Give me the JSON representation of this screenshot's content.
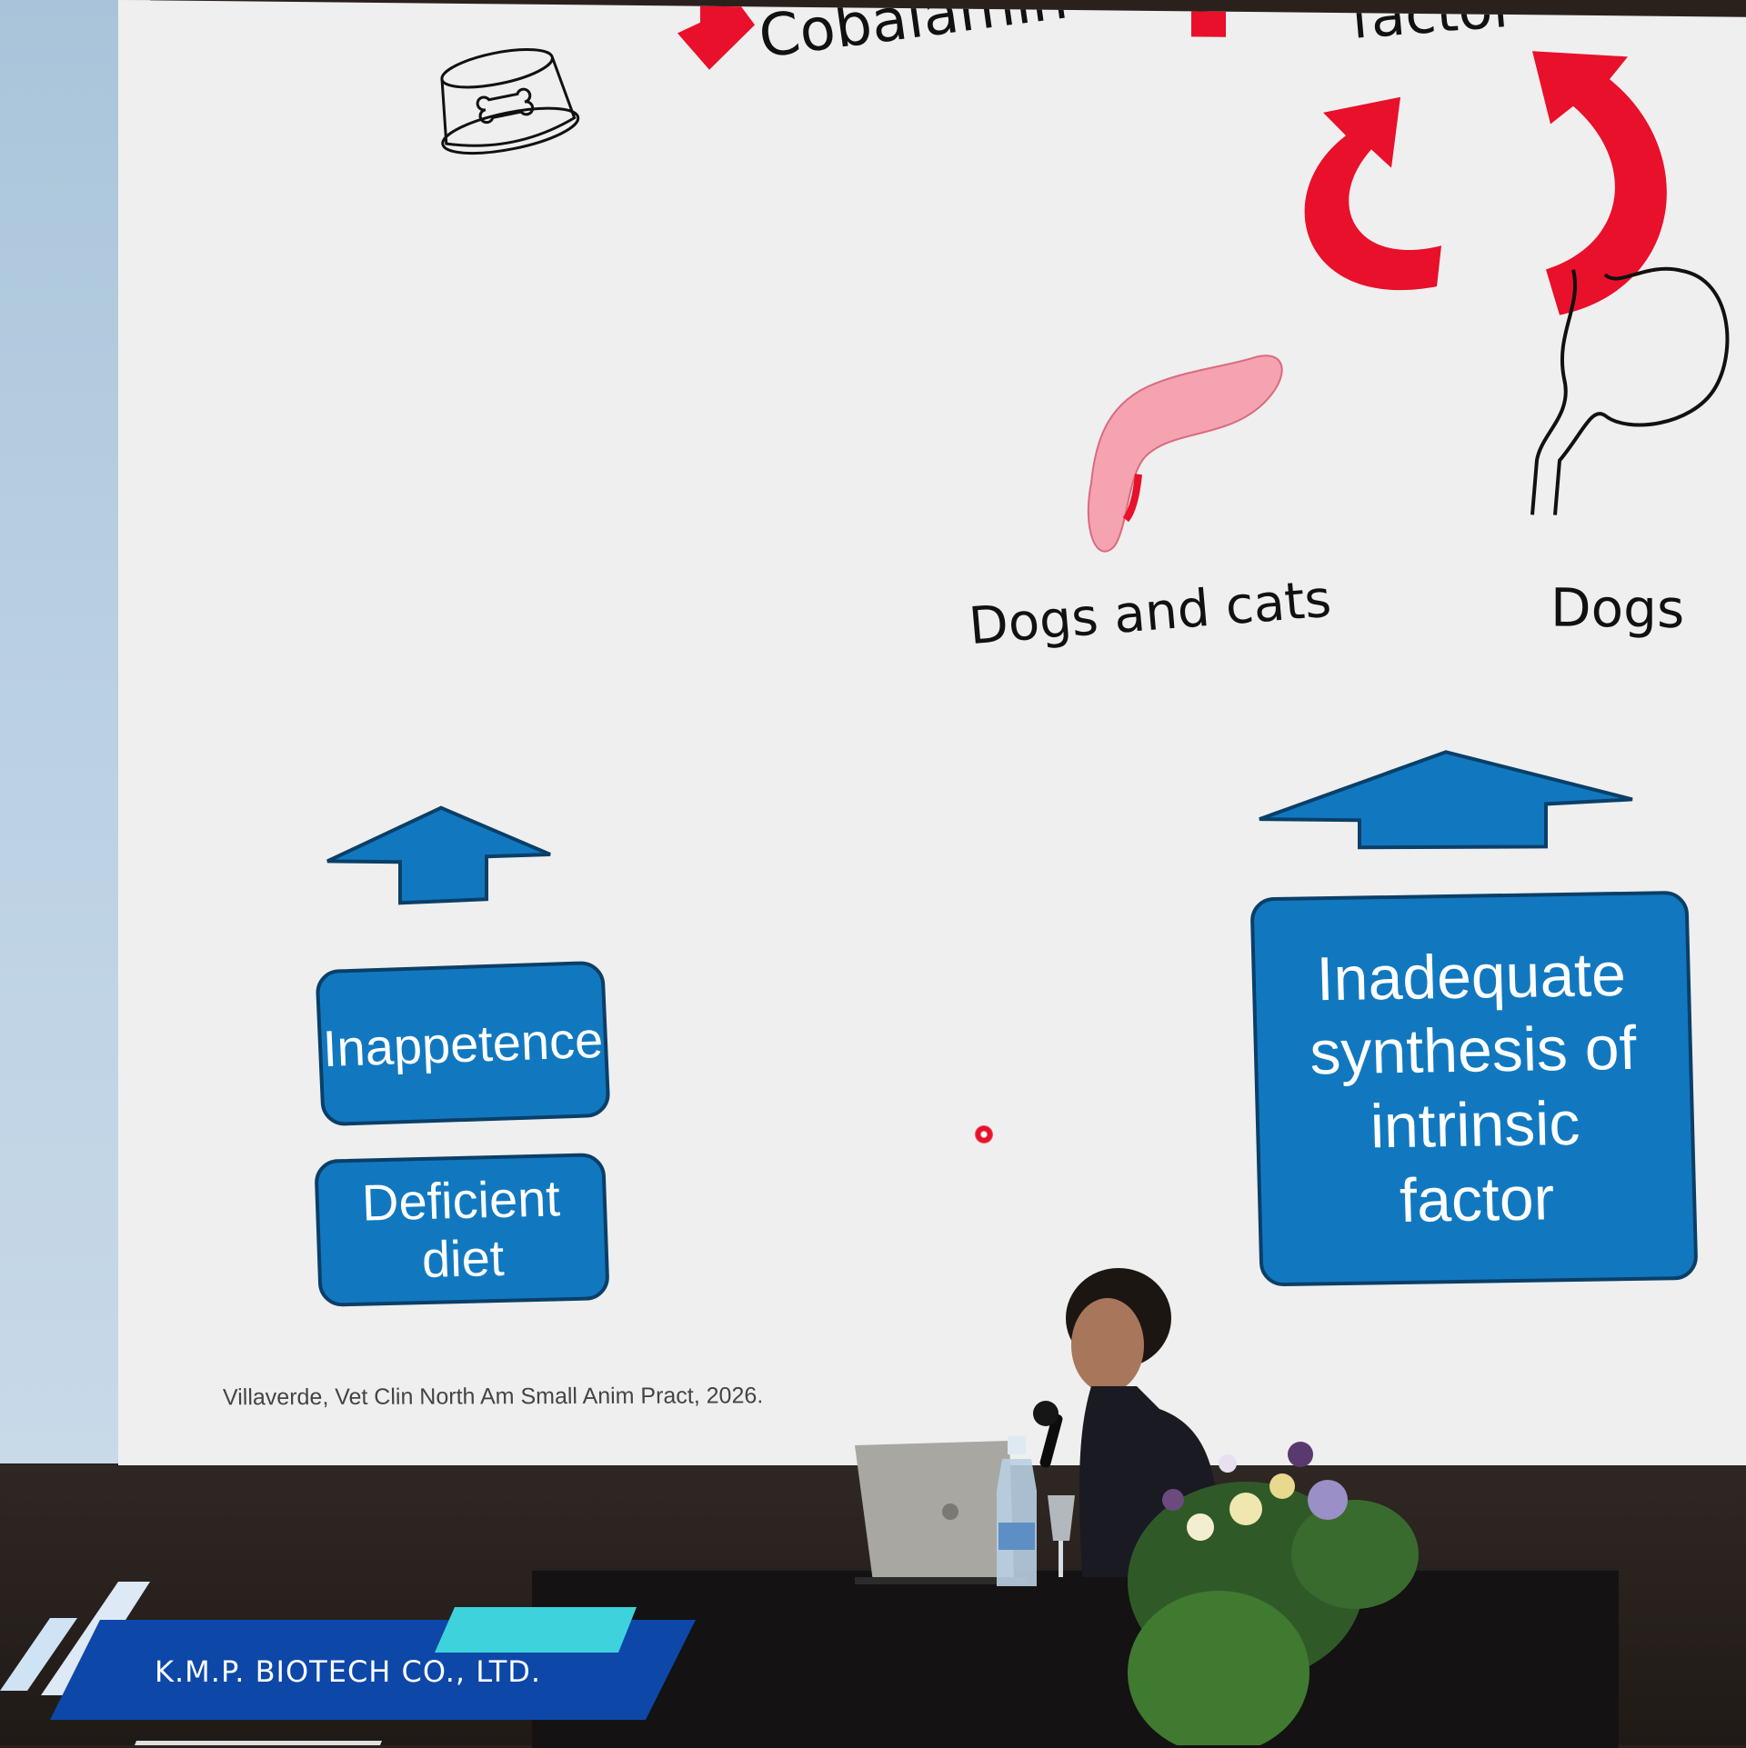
{
  "slide": {
    "top_label_left": "Cobalamin",
    "top_label_right": "factor",
    "pancreas_caption": "Dogs and cats",
    "stomach_caption": "Dogs",
    "box_inappetence": "Inappetence",
    "box_deficient_line1": "Deficient",
    "box_deficient_line2": "diet",
    "box_intrinsic_line1": "Inadequate",
    "box_intrinsic_line2": "synthesis of",
    "box_intrinsic_line3": "intrinsic",
    "box_intrinsic_line4": "factor",
    "citation": "Villaverde, Vet Clin North Am Small Anim Pract, 2026."
  },
  "banner": {
    "company": "K.M.P. BIOTECH CO., LTD."
  },
  "colors": {
    "arrow_red": "#e8102a",
    "box_blue": "#1178c0",
    "box_border": "#0a3f68",
    "banner_blue": "#0d47a8",
    "banner_cyan": "#3ed3dc"
  }
}
